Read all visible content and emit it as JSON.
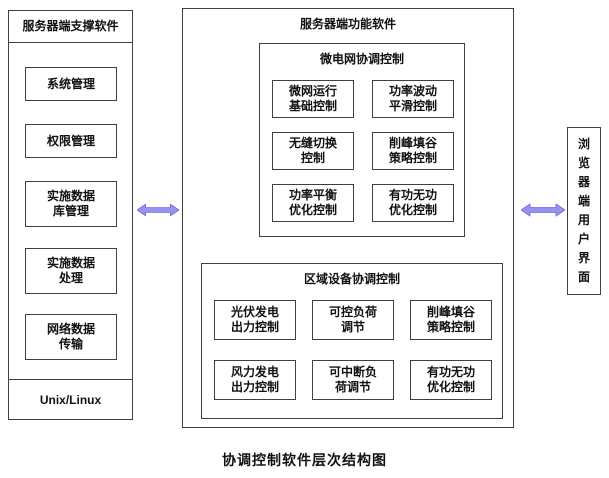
{
  "colors": {
    "arrow_fill": "#9593f0"
  },
  "caption": "协调控制软件层次结构图",
  "left_panel": {
    "title": "服务器端支撑软件",
    "items": [
      "系统管理",
      "权限管理",
      "实施数据\n库管理",
      "实施数据\n处理",
      "网络数据\n传输"
    ],
    "footer": "Unix/Linux"
  },
  "middle_panel": {
    "title": "服务器端功能软件",
    "groups": [
      {
        "title": "微电网协调控制",
        "items": [
          "微网运行\n基础控制",
          "功率波动\n平滑控制",
          "无缝切换\n控制",
          "削峰填谷\n策略控制",
          "功率平衡\n优化控制",
          "有功无功\n优化控制"
        ]
      },
      {
        "title": "区域设备协调控制",
        "items": [
          "光伏发电\n出力控制",
          "可控负荷\n调节",
          "削峰填谷\n策略控制",
          "风力发电\n出力控制",
          "可中断负\n荷调节",
          "有功无功\n优化控制"
        ]
      }
    ]
  },
  "right_panel": {
    "title": "浏览器端用户界面"
  }
}
